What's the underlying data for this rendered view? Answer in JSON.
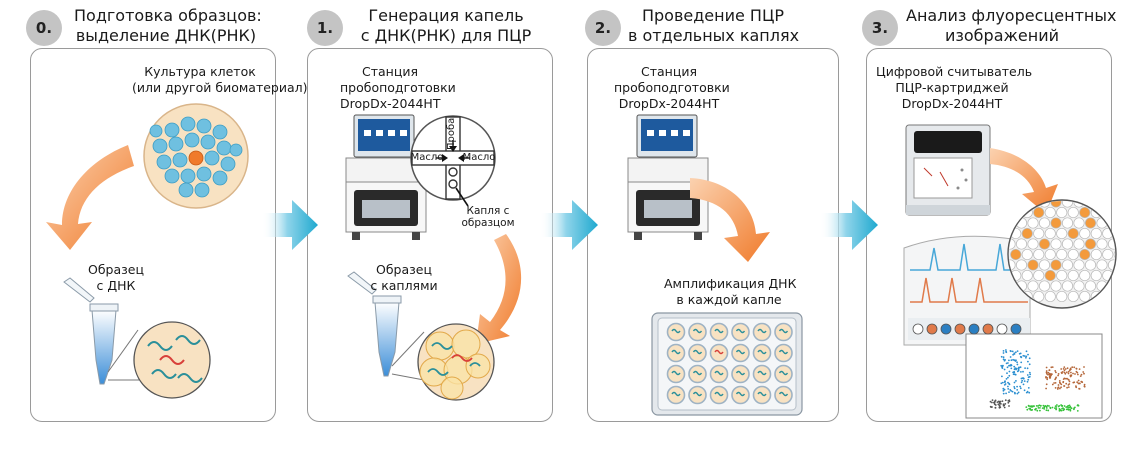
{
  "steps": [
    {
      "number": "0.",
      "title_line1": "Подготовка образцов:",
      "title_line2": "выделение ДНК(РНК)",
      "labels": {
        "culture_line1": "Культура клеток",
        "culture_line2": "(или другой биоматериал)",
        "sample_line1": "Образец",
        "sample_line2": "с ДНК"
      }
    },
    {
      "number": "1.",
      "title_line1": "Генерация капель",
      "title_line2": "с ДНК(РНК) для ПЦР",
      "labels": {
        "station_line1": "Станция",
        "station_line2": "пробоподготовки",
        "station_line3": "DropDx-2044HT",
        "probe": "Проба",
        "oil_left": "Масло",
        "oil_right": "Масло",
        "droplet_line1": "Капля с",
        "droplet_line2": "образцом",
        "sample_line1": "Образец",
        "sample_line2": "с каплями"
      }
    },
    {
      "number": "2.",
      "title_line1": "Проведение ПЦР",
      "title_line2": "в отдельных каплях",
      "labels": {
        "station_line1": "Станция",
        "station_line2": "пробоподготовки",
        "station_line3": "DropDx-2044HT",
        "amp_line1": "Амплификация ДНК",
        "amp_line2": "в каждой капле"
      }
    },
    {
      "number": "3.",
      "title_line1": "Анализ флуоресцентных",
      "title_line2": "изображений",
      "labels": {
        "reader_line1": "Цифровой считыватель",
        "reader_line2": "ПЦР-картриджей",
        "reader_line3": "DropDx-2044HT"
      }
    }
  ],
  "colors": {
    "badge": "#c4c4c4",
    "panel_border": "#9a9a9a",
    "orange_arrow": "#f07a2a",
    "cyan_arrow": "#1fa9cf",
    "cell_blue": "#6fc0e0",
    "dish_fill": "#f8e2c2",
    "dna_teal": "#2a8f9a",
    "dna_red": "#d8403a"
  },
  "icons": [
    "petri-dish-icon",
    "test-tube-icon",
    "dna-icon",
    "instrument-icon",
    "microfluidic-junction-icon",
    "cartridge-icon",
    "reader-icon",
    "droplet-array-icon",
    "fluorescence-trace-icon",
    "scatter-plot-icon"
  ]
}
